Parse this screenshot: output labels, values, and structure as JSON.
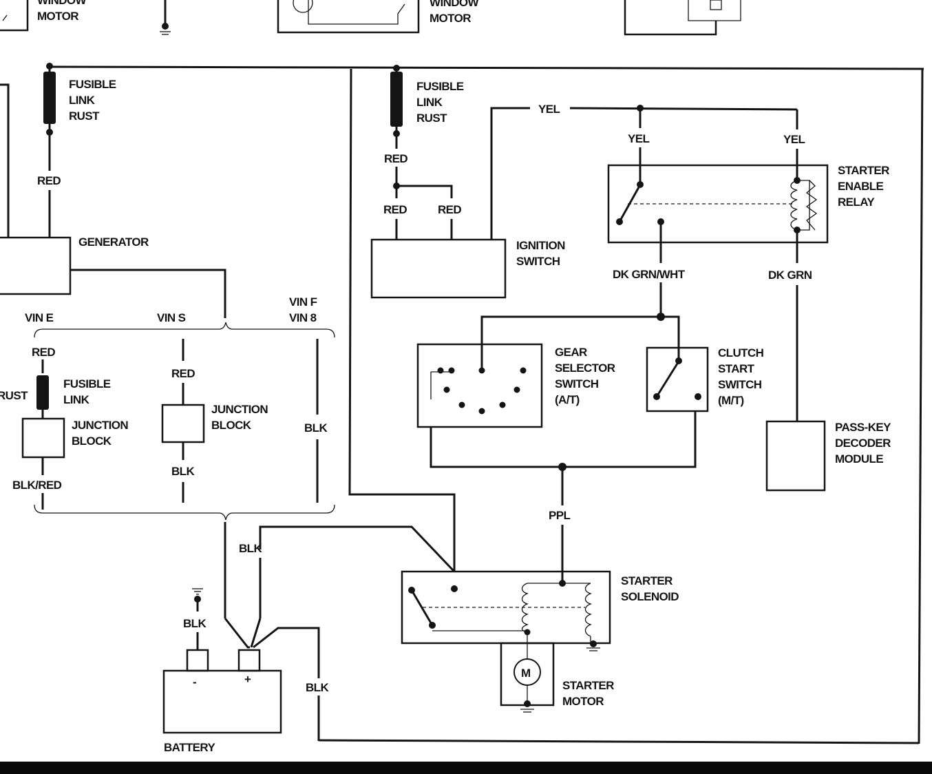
{
  "labels": {
    "window_motor_left": [
      "WINDOW",
      "MOTOR"
    ],
    "window_motor_right": [
      "WINDOW",
      "MOTOR"
    ],
    "fusible_link_rust_left": [
      "FUSIBLE",
      "LINK",
      "RUST"
    ],
    "fusible_link_rust_right": [
      "FUSIBLE",
      "LINK",
      "RUST"
    ],
    "generator": "GENERATOR",
    "ignition_switch": [
      "IGNITION",
      "SWITCH"
    ],
    "starter_enable_relay": [
      "STARTER",
      "ENABLE",
      "RELAY"
    ],
    "gear_selector_switch": [
      "GEAR",
      "SELECTOR",
      "SWITCH",
      "(A/T)"
    ],
    "clutch_start_switch": [
      "CLUTCH",
      "START",
      "SWITCH",
      "(M/T)"
    ],
    "pass_key_decoder_module": [
      "PASS-KEY",
      "DECODER",
      "MODULE"
    ],
    "starter_solenoid": [
      "STARTER",
      "SOLENOID"
    ],
    "starter_motor": [
      "STARTER",
      "MOTOR"
    ],
    "battery": "BATTERY",
    "vin_e": "VIN E",
    "vin_s": "VIN S",
    "vin_f": "VIN F",
    "vin_8": "VIN 8",
    "fusible_link_vin_e": [
      "FUSIBLE",
      "LINK"
    ],
    "rust_vin_e": "RUST",
    "junction_block_vin_e": [
      "JUNCTION",
      "BLOCK"
    ],
    "junction_block_vin_s": [
      "JUNCTION",
      "BLOCK"
    ]
  },
  "wires": {
    "red_generator": "RED",
    "red_fuse_right": "RED",
    "red_ign_1": "RED",
    "red_ign_2": "RED",
    "yel_top": "YEL",
    "yel_relay_left": "YEL",
    "yel_relay_right": "YEL",
    "dk_grn_wht": "DK GRN/WHT",
    "dk_grn": "DK GRN",
    "red_vin_e": "RED",
    "blk_red_vin_e": "BLK/RED",
    "red_vin_s": "RED",
    "blk_vin_s": "BLK",
    "blk_vin_f8": "BLK",
    "blk_to_solenoid": "BLK",
    "blk_ground": "BLK",
    "blk_return": "BLK",
    "ppl": "PPL"
  },
  "symbols": {
    "motor_glyph": "M",
    "battery_minus": "-",
    "battery_plus": "+"
  }
}
